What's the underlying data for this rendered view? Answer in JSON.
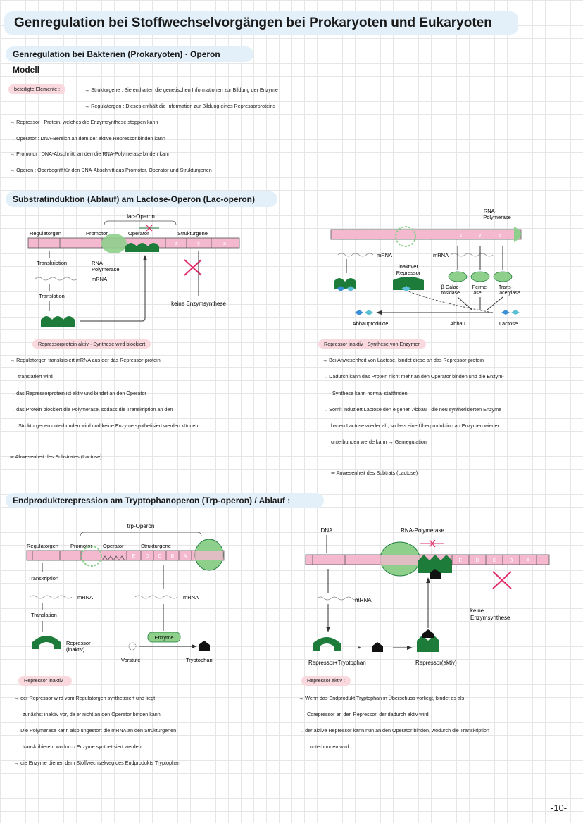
{
  "title": "Genregulation bei Stoffwechselvorgängen bei Prokaryoten und Eukaryoten",
  "section1": {
    "heading": "Genregulation bei Bakterien (Prokaryoten) · Operon Modell",
    "label": "beteiligte Elemente :",
    "lines": [
      "→ Strukturgene : Sie enthalten die genetischen Informationen zur Bildung der Enzyme",
      "→ Regulatorgen : Dieses enthält die Information zur Bildung eines Repressorproteins",
      "→ Repressor : Protein, welches die Enzymsynthese stoppen kann",
      "→ Operator : DNA-Bereich an dem der aktive Repressor binden kann",
      "→ Promotor : DNA-Abschnitt, an den die RNA-Polymerase binden kann",
      "→ Operon : Oberbegriff für den DNA-Abschnitt aus Promotor, Operator und Strukturgenen"
    ]
  },
  "section2": {
    "heading": "Substratinduktion (Ablauf) am Lactose-Operon (Lac-operon)",
    "diagram_left": {
      "operon": "lac-Operon",
      "regulatorgen": "Regulatorgen",
      "promotor": "Promotor",
      "operator": "Operator",
      "strukturgene": "Strukturgene",
      "genes": [
        "z",
        "y",
        "a"
      ],
      "transkription": "Transkription",
      "rnapol": "RNA-",
      "rnapol2": "Polymerase",
      "mrna": "mRNA",
      "translation": "Translation",
      "none": "keine Enzymsynthese"
    },
    "diagram_right": {
      "rnapol": "RNA-",
      "rnapol2": "Polymerase",
      "genes": [
        "z",
        "y",
        "a"
      ],
      "mrna1": "mRNA",
      "mrna2": "mRNA",
      "inaktiver": "inaktiver",
      "repressor": "Repressor",
      "enzyme1a": "β-Galac-",
      "enzyme1b": "tosidase",
      "enzyme2a": "Perme-",
      "enzyme2b": "ase",
      "enzyme3a": "Trans-",
      "enzyme3b": "acetylase",
      "abbauprodukte": "Abbauprodukte",
      "abbau": "Abbau",
      "lactose": "Lactose"
    },
    "left_note": {
      "label": "Repressorprotein aktiv · Synthese wird blockiert",
      "lines": [
        "→ Regulatorgen transkribiert mRNA aus der das Repressor-protein",
        "translatiert wird",
        "→ das Repressorprotein ist aktiv und bindet an den Operator",
        "→ das Protein blockiert die Polymerase, sodass die Transkription an den",
        "Strukturgenen unterbunden wird und keine Enzyme synthetisiert werden können"
      ],
      "result": "⇒ Abwesenheit des Substrates (Lactose)"
    },
    "right_note": {
      "label": "Repressor inaktiv · Synthese von Enzymen",
      "lines": [
        "→ Bei Anwesenheit von Lactose, bindet diese an das Repressor-protein",
        "→ Dadurch kann das Protein nicht mehr an den Operator binden und die Enzym-",
        "Synthese kann normal stattfinden",
        "→ Somit induziert Lactose den eigenen Abbau · die neu synthetisierten Enzyme",
        "bauen Lactose wieder ab, sodass eine Überproduktion an Enzymen wieder",
        "unterbunden werde kann → Genregulation"
      ],
      "result": "⇒ Anwesenheit des Subtrats (Lactose)"
    }
  },
  "section3": {
    "heading": "Endprodukterepression am Tryptophanoperon (Trp-operon) / Ablauf :",
    "diagram_left": {
      "operon": "trp-Operon",
      "regulatorgen": "Regulatorgen",
      "promotor": "Promotor",
      "operator": "Operator",
      "strukturgene": "Strukturgene",
      "genes": [
        "E",
        "D",
        "C",
        "B",
        "A"
      ],
      "transkription": "Transkription",
      "mrna1": "mRNA",
      "mrna2": "mRNA",
      "translation": "Translation",
      "repressor1": "Repressor",
      "repressor2": "(inaktiv)",
      "enzyme": "Enzyme",
      "vorstufe": "Vorstufe",
      "tryptophan": "Tryptophan"
    },
    "diagram_right": {
      "dna": "DNA",
      "rnapol": "RNA-Polymerase",
      "genes": [
        "E",
        "D",
        "C",
        "B",
        "A"
      ],
      "mrna": "mRNA",
      "none1": "keine",
      "none2": "Enzymsynthese",
      "plus": "+",
      "rep_trp": "Repressor+Tryptophan",
      "rep_active": "Repressor(aktiv)"
    },
    "left_note": {
      "label": "Repressor inaktiv :",
      "lines": [
        "→ der Repressor wird vom Regulatorgen synthetisiert und liegt",
        "zunächst inaktiv vor, da er nicht an den Operator binden kann",
        "→ Die Polymerase kann also ungestört die mRNA an den Strukturgenen",
        "transkribieren, wodurch Enzyme synthetisiert werden",
        "→ die Enzyme dienen dem Stoffwechselweg des Endprodukts Tryptophan"
      ]
    },
    "right_note": {
      "label": "Repressor aktiv :",
      "lines": [
        "→ Wenn das Endprodukt Tryptophan in Überschuss vorliegt, bindet es als",
        "Corepressor an den Repressor, der dadurch aktiv wird",
        "→ der aktive Repressor kann nun an den Operator binden, wodurch die Transkription",
        "unterbunden wird"
      ]
    }
  },
  "page_number": "-10-",
  "colors": {
    "pink": "#f4b8cf",
    "green": "#1d7c3a",
    "lightgreen": "#8fcf8c",
    "blue_hl": "#e3f0f9",
    "pink_hl": "#f9d9dd"
  }
}
